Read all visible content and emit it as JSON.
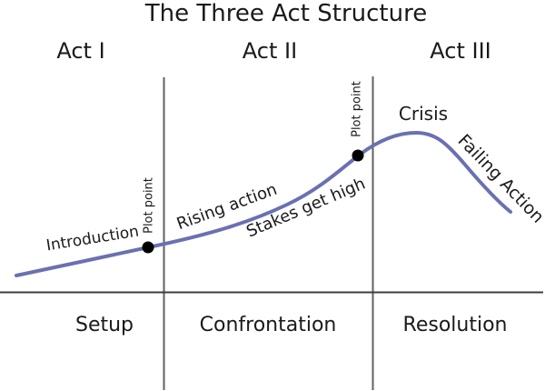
{
  "title": "The Three Act Structure",
  "acts": [
    {
      "label": "Act I",
      "phase": "Setup"
    },
    {
      "label": "Act II",
      "phase": "Confrontation"
    },
    {
      "label": "Act III",
      "phase": "Resolution"
    }
  ],
  "annotations": {
    "introduction": "Introduction",
    "plot_point_1": "Plot point",
    "rising_action": "Rising action",
    "stakes_get_high": "Stakes get high",
    "plot_point_2": "Plot point",
    "crisis": "Crisis",
    "failing_action": "Failing Action"
  },
  "colors": {
    "curve": "#6b70b2",
    "divider": "#616161",
    "axis": "#3d3d3d",
    "dot": "#000000",
    "text": "#1a1a1a",
    "background": "#ffffff"
  }
}
